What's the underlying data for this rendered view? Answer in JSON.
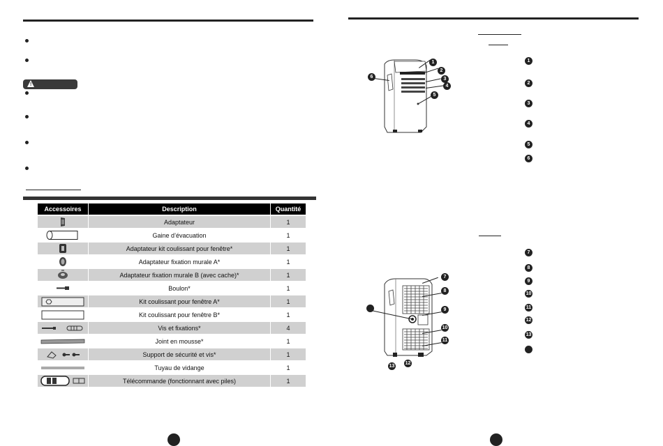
{
  "accessories_table": {
    "headers": [
      "Accessoires",
      "Description",
      "Quantité"
    ],
    "rows": [
      {
        "icon": "adapter-icon",
        "description": "Adaptateur",
        "qty": "1",
        "shaded": true
      },
      {
        "icon": "exhaust-hose-icon",
        "description": "Gaine d’évacuation",
        "qty": "1",
        "shaded": false
      },
      {
        "icon": "window-kit-adapter-icon",
        "description": "Adaptateur kit coulissant pour fenêtre*",
        "qty": "1",
        "shaded": true
      },
      {
        "icon": "wall-adapter-a-icon",
        "description": "Adaptateur fixation murale A*",
        "qty": "1",
        "shaded": false
      },
      {
        "icon": "wall-adapter-b-icon",
        "description": "Adaptateur fixation murale B (avec cache)*",
        "qty": "1",
        "shaded": true
      },
      {
        "icon": "bolt-icon",
        "description": "Boulon*",
        "qty": "1",
        "shaded": false
      },
      {
        "icon": "window-kit-a-icon",
        "description": "Kit coulissant pour fenêtre A*",
        "qty": "1",
        "shaded": true
      },
      {
        "icon": "window-kit-b-icon",
        "description": "Kit coulissant pour fenêtre B*",
        "qty": "1",
        "shaded": false
      },
      {
        "icon": "screws-icon",
        "description": "Vis et fixations*",
        "qty": "4",
        "shaded": true
      },
      {
        "icon": "foam-seal-icon",
        "description": "Joint en mousse*",
        "qty": "1",
        "shaded": false
      },
      {
        "icon": "safety-bracket-icon",
        "description": "Support de sécurité et vis*",
        "qty": "1",
        "shaded": true
      },
      {
        "icon": "drain-pipe-icon",
        "description": "Tuyau de vidange",
        "qty": "1",
        "shaded": false
      },
      {
        "icon": "remote-control-icon",
        "description": "Télécommande  (fonctionnant avec piles)",
        "qty": "1",
        "shaded": true
      }
    ]
  },
  "front_callouts": [
    "1",
    "2",
    "3",
    "4",
    "5",
    "6"
  ],
  "rear_callouts": [
    "7",
    "8",
    "9",
    "10",
    "11",
    "12",
    "13"
  ],
  "icons": {
    "warning": "warning-triangle-icon",
    "front_unit": "air-conditioner-front-icon",
    "rear_unit": "air-conditioner-rear-icon"
  }
}
